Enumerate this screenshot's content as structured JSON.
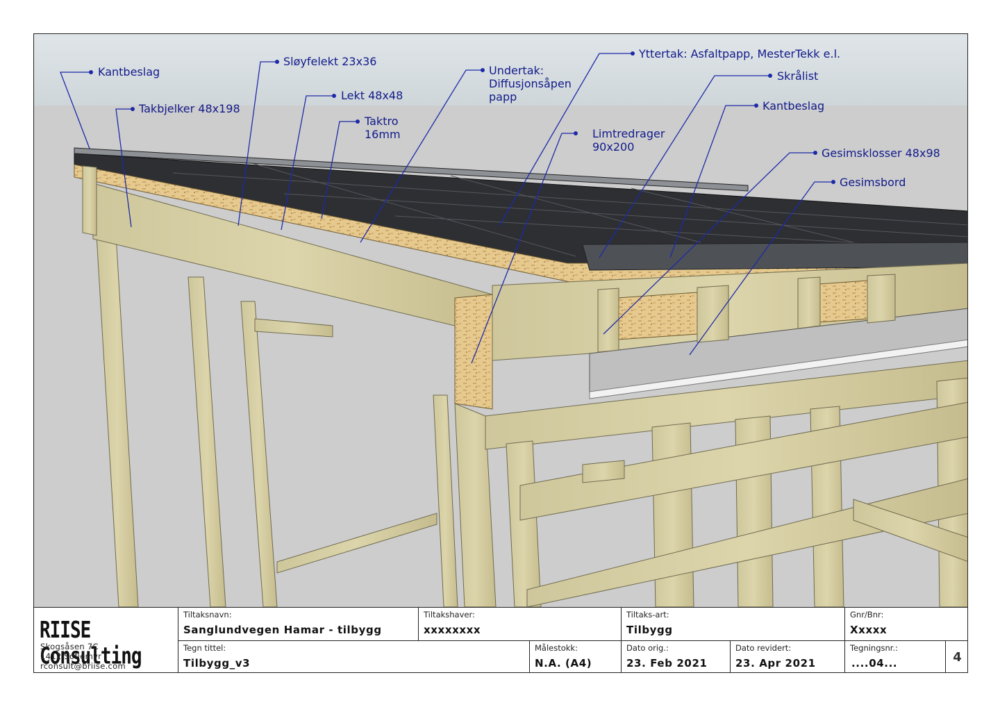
{
  "callouts": {
    "kantbeslag_left": "Kantbeslag",
    "takbjelker": "Takbjelker 48x198",
    "sloyfelekt": "Sløyfelekt 23x36",
    "lekt": "Lekt 48x48",
    "taktro_1": "Taktro",
    "taktro_2": "16mm",
    "undertak_1": "Undertak:",
    "undertak_2": "Diffusjonsåpen",
    "undertak_3": "papp",
    "yttertak": "Yttertak: Asfaltpapp, MesterTekk e.l.",
    "skralist": "Skrålist",
    "kantbeslag_right": "Kantbeslag",
    "limtre_1": "Limtredrager",
    "limtre_2": "90x200",
    "gesimsklosser": "Gesimsklosser 48x98",
    "gesimsbord": "Gesimsbord"
  },
  "colors": {
    "callout": "#1d2aa8",
    "roof": "#2a2c2f",
    "timber": "#cfc69a",
    "osb": "#e3c88d",
    "sky": "#dde3e6",
    "ground": "#cfcfcf"
  },
  "titleblock": {
    "company": "RIISE Consulting",
    "address_1": "Skogsåsen 7C",
    "address_2": "1412 Sofiemyr",
    "address_3": "rconsult@briise.com",
    "tiltaksnavn_label": "Tiltaksnavn:",
    "tiltaksnavn": "Sanglundvegen Hamar - tilbygg",
    "tiltakshaver_label": "Tiltakshaver:",
    "tiltakshaver": "xxxxxxxx",
    "tiltaksart_label": "Tiltaks-art:",
    "tiltaksart": "Tilbygg",
    "gnr_label": "Gnr/Bnr:",
    "gnr": "Xxxxx",
    "tegn_tittel_label": "Tegn tittel:",
    "tegn_tittel": "Tilbygg_v3",
    "malestokk_label": "Målestokk:",
    "malestokk": "N.A. (A4)",
    "dato_orig_label": "Dato orig.:",
    "dato_orig": "23. Feb 2021",
    "dato_revidert_label": "Dato revidert:",
    "dato_revidert": "23. Apr 2021",
    "tegningsnr_label": "Tegningsnr.:",
    "tegningsnr": "....04...",
    "sheet": "4"
  }
}
